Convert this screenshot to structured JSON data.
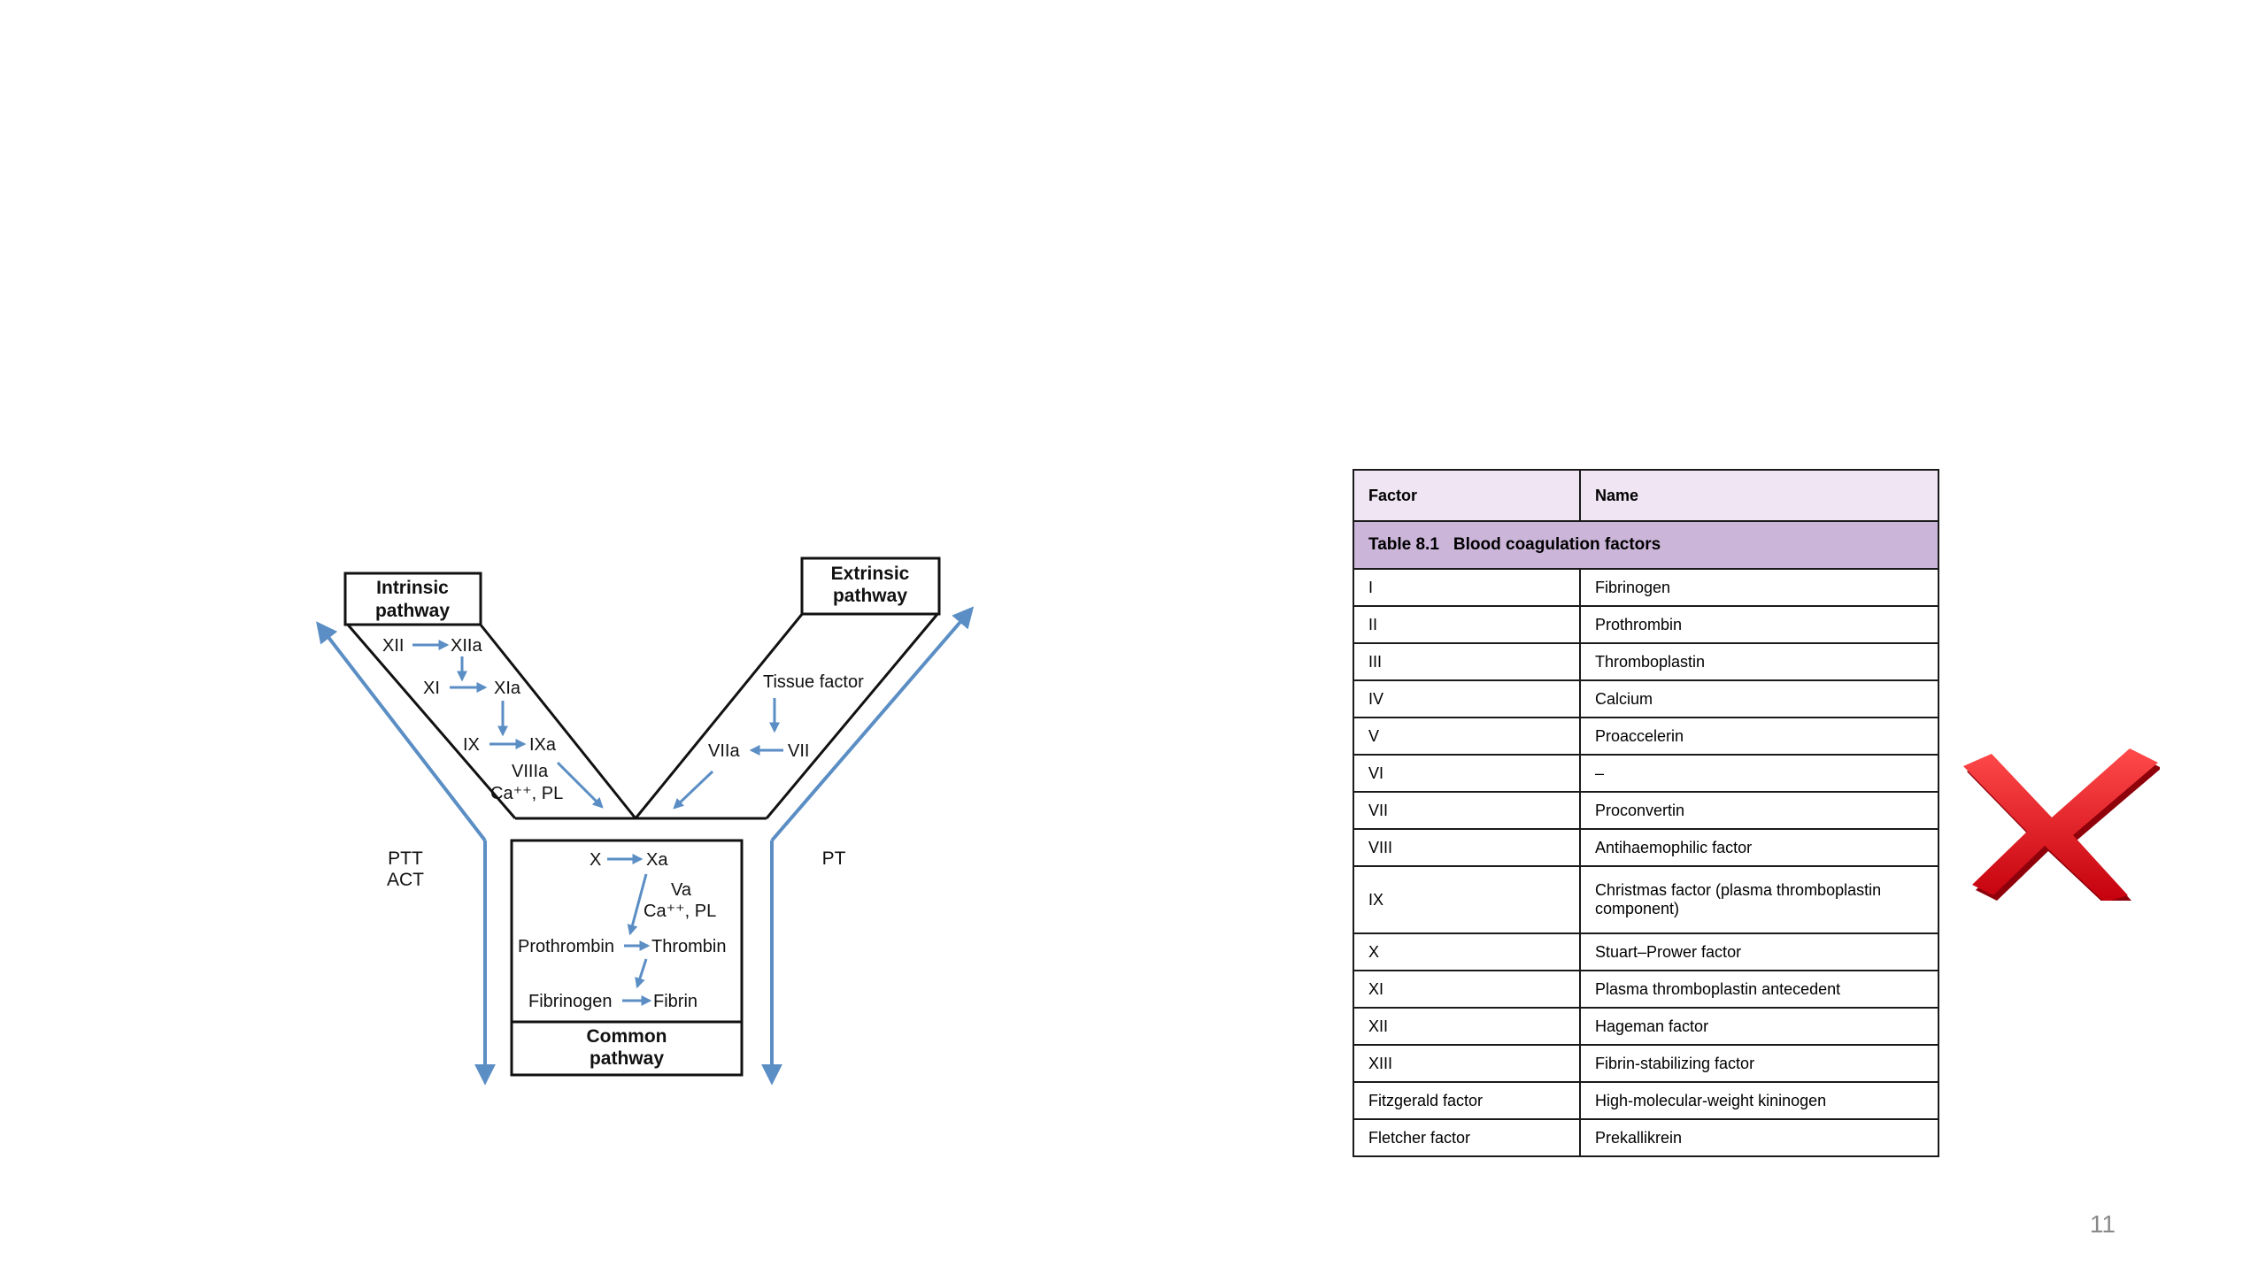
{
  "diagram": {
    "intrinsic_box": [
      "Intrinsic",
      "pathway"
    ],
    "extrinsic_box": [
      "Extrinsic",
      "pathway"
    ],
    "common_box": [
      "Common",
      "pathway"
    ],
    "intrinsic_steps": {
      "xii": "XII",
      "xiia": "XIIa",
      "xi": "XI",
      "xia": "XIa",
      "ix": "IX",
      "ixa": "IXa",
      "viiia": "VIIIa",
      "ca_pl_1": "Ca⁺⁺, PL"
    },
    "extrinsic_steps": {
      "tissue_factor": "Tissue factor",
      "viia": "VIIa",
      "vii": "VII"
    },
    "common_steps": {
      "x": "X",
      "xa": "Xa",
      "va": "Va",
      "ca_pl_2": "Ca⁺⁺, PL",
      "prothrombin": "Prothrombin",
      "thrombin": "Thrombin",
      "fibrinogen": "Fibrinogen",
      "fibrin": "Fibrin"
    },
    "tests_left": [
      "PTT",
      "ACT"
    ],
    "test_right": "PT",
    "colors": {
      "arrow": "#5b8ec4",
      "line": "#111111"
    }
  },
  "table": {
    "caption_number": "Table 8.1",
    "caption_title": "Blood coagulation factors",
    "headers": {
      "factor": "Factor",
      "name": "Name"
    },
    "rows": [
      {
        "factor": "I",
        "name": "Fibrinogen"
      },
      {
        "factor": "II",
        "name": "Prothrombin"
      },
      {
        "factor": "III",
        "name": "Thromboplastin"
      },
      {
        "factor": "IV",
        "name": "Calcium"
      },
      {
        "factor": "V",
        "name": "Proaccelerin"
      },
      {
        "factor": "VI",
        "name": "–"
      },
      {
        "factor": "VII",
        "name": "Proconvertin"
      },
      {
        "factor": "VIII",
        "name": "Antihaemophilic factor"
      },
      {
        "factor": "IX",
        "name": "Christmas factor (plasma thromboplastin component)"
      },
      {
        "factor": "X",
        "name": "Stuart–Prower factor"
      },
      {
        "factor": "XI",
        "name": "Plasma thromboplastin antecedent"
      },
      {
        "factor": "XII",
        "name": "Hageman factor"
      },
      {
        "factor": "XIII",
        "name": "Fibrin-stabilizing factor"
      },
      {
        "factor": "Fitzgerald factor",
        "name": "High-molecular-weight kininogen"
      },
      {
        "factor": "Fletcher factor",
        "name": "Prekallikrein"
      }
    ],
    "colors": {
      "caption_bg": "#cbb5d9",
      "header_bg": "#efe5f3"
    }
  },
  "icons": {
    "mark": "red-x-icon",
    "mark_color": "#e0121b"
  },
  "page_number": "11"
}
